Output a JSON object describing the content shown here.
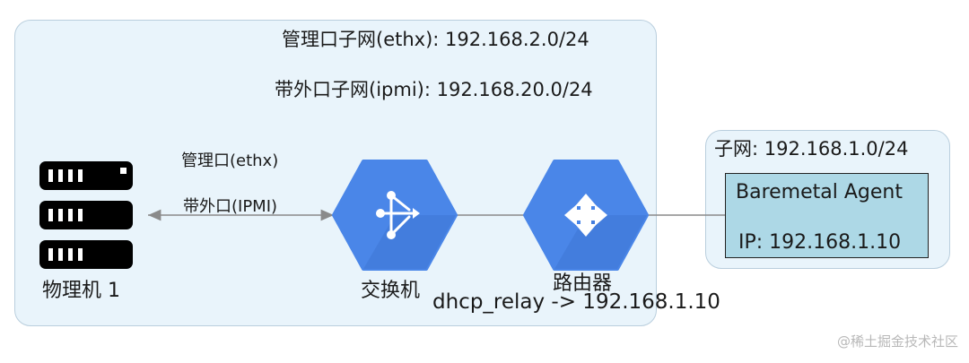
{
  "clusters": {
    "main": {
      "mgmt_subnet": "管理口子网(ethx): 192.168.2.0/24",
      "oob_subnet": "带外口子网(ipmi): 192.168.20.0/24"
    },
    "right": {
      "title": "子网: 192.168.1.0/24"
    }
  },
  "nodes": {
    "server": {
      "label": "物理机 1",
      "icon": "server-rack-icon"
    },
    "switch": {
      "label": "交换机",
      "icon": "switch-icon"
    },
    "router": {
      "label": "路由器",
      "icon": "router-icon"
    },
    "agent": {
      "name": "Baremetal Agent",
      "ip": "IP: 192.168.1.10"
    }
  },
  "edges": {
    "server_switch_label_1": "管理口(ethx)",
    "server_switch_label_2": "带外口(IPMI)",
    "router_note": "dhcp_relay -> 192.168.1.10"
  },
  "colors": {
    "cluster_fill": "#e9f4fb",
    "hex_blue": "#4a86e8",
    "agent_fill": "#add8e6"
  },
  "watermark": "@稀土掘金技术社区"
}
